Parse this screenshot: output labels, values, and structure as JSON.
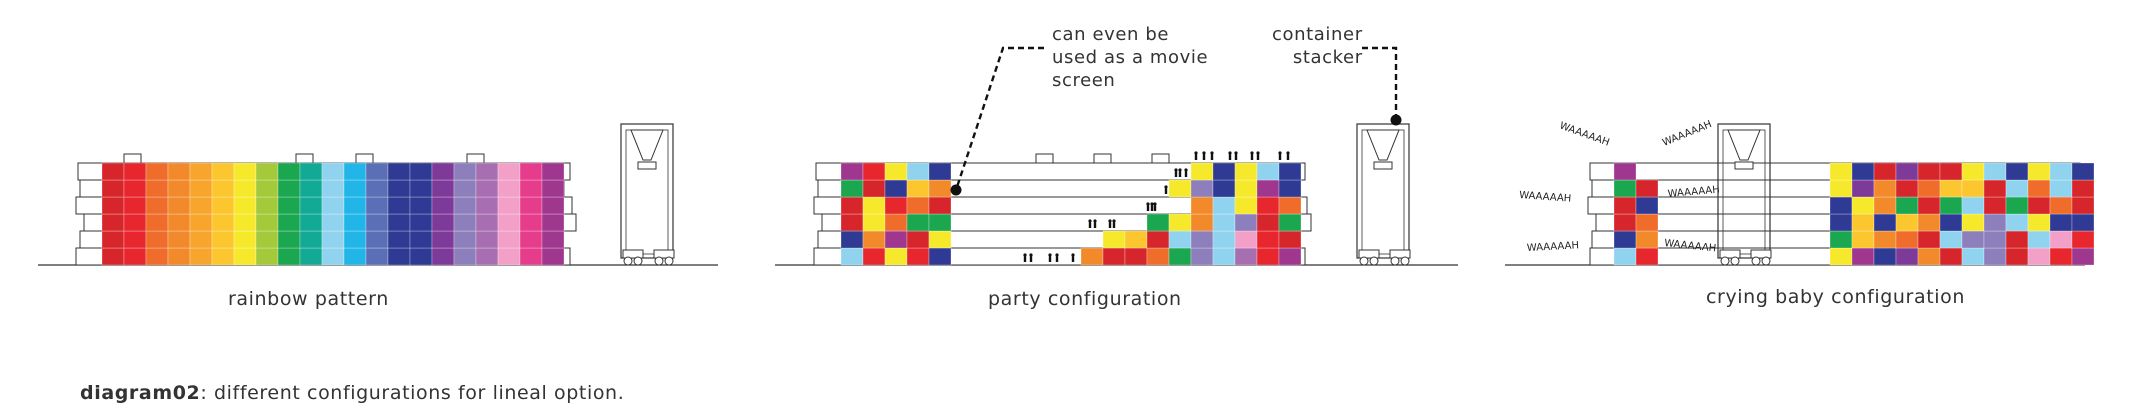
{
  "palette": {
    "red1": "#d7262b",
    "red2": "#e8262d",
    "orange1": "#ef6c2a",
    "orange2": "#f28a2b",
    "amber": "#f7a52c",
    "yellow1": "#fcc62f",
    "yellow2": "#f6e92c",
    "lime": "#a4c93b",
    "green": "#1aa74f",
    "teal": "#12aa94",
    "lightblue": "#8fd3ef",
    "sky": "#22b6e8",
    "blue": "#5a6fb6",
    "navy": "#2e3a93",
    "purple": "#7e3a98",
    "lavender": "#8c7fbc",
    "violet": "#a76fb2",
    "pink": "#f2a0c8",
    "magenta": "#e63c8c",
    "plum": "#a0378f"
  },
  "panels": [
    {
      "caption": "rainbow pattern"
    },
    {
      "caption": "party configuration"
    },
    {
      "caption": "crying baby configuration"
    }
  ],
  "annotations": {
    "movie_screen": "can even be\nused as a movie\nscreen",
    "stacker": "container\nstacker"
  },
  "crying_labels": [
    "WAAAAAH",
    "WAAAAAH",
    "WAAAAAH",
    "WAAAAAH",
    "WAAAAAH",
    "WAAAAAH"
  ],
  "footer": {
    "bold": "diagram02",
    "rest": ": different configurations for lineal option."
  }
}
